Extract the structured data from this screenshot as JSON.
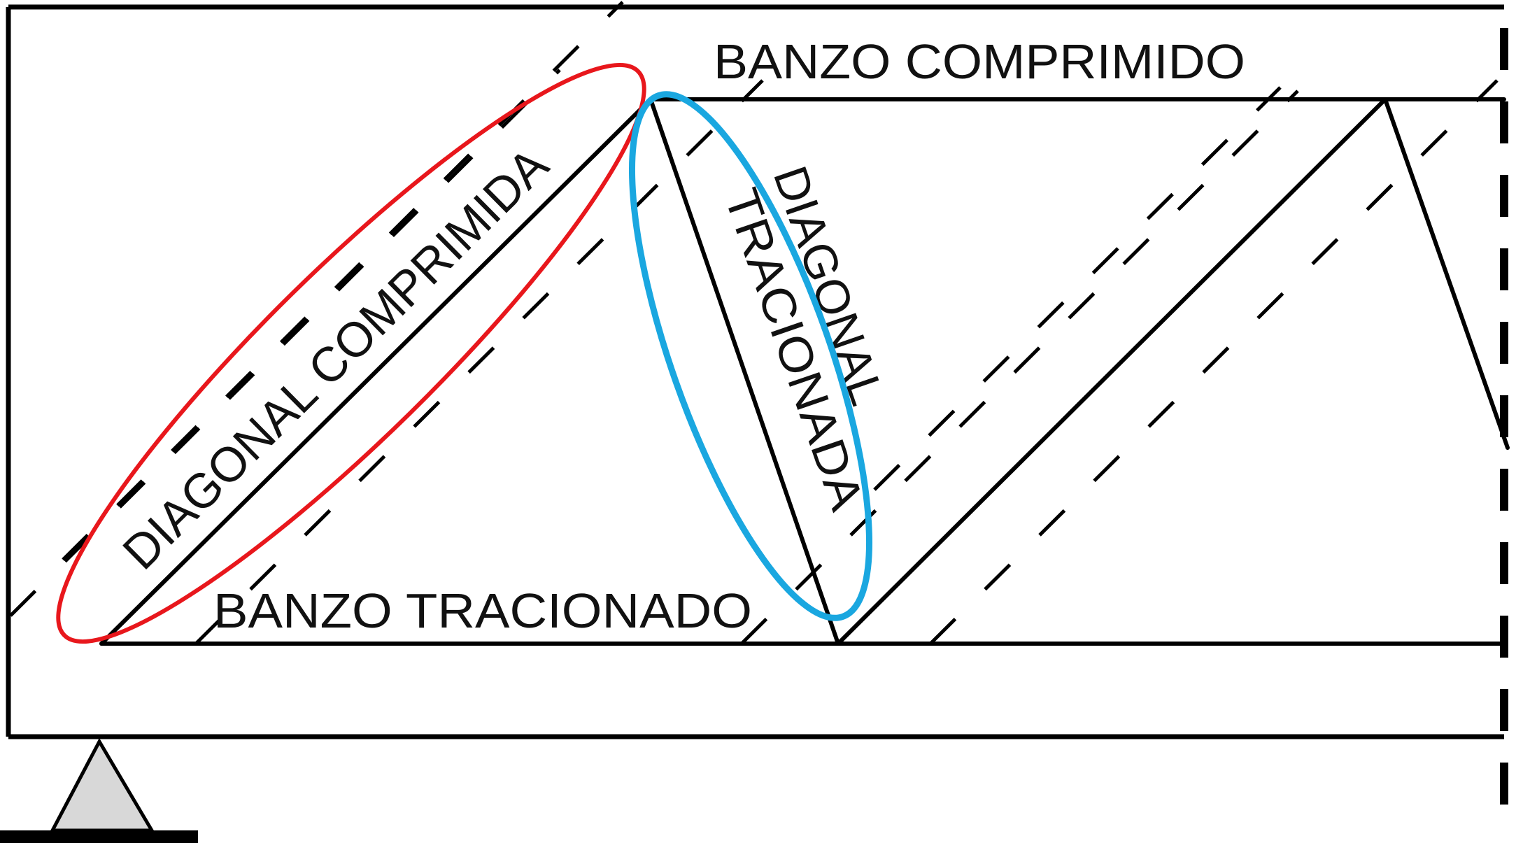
{
  "labels": {
    "banzo_comprimido": "BANZO COMPRIMIDO",
    "banzo_tracionado": "BANZO TRACIONADO",
    "diagonal_comprimida": "DIAGONAL COMPRIMIDA",
    "diagonal_tracionada_line1": "DIAGONAL",
    "diagonal_tracionada_line2": "TRACIONADA"
  },
  "colors": {
    "line": "#000000",
    "highlight_compression": "#e8171c",
    "highlight_tension": "#1aa7e0",
    "support_fill": "#d8d8d8"
  },
  "icons": {
    "support": "pinned-support-triangle"
  }
}
